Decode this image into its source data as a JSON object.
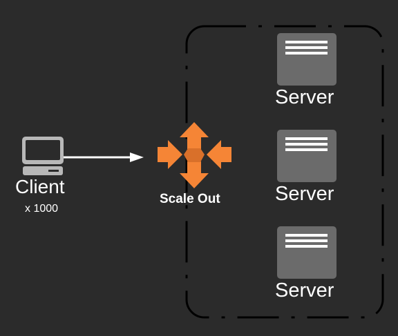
{
  "client": {
    "label": "Client",
    "count": "x 1000",
    "icon": "desktop-computer-icon"
  },
  "scaler": {
    "label": "Scale Out",
    "icon": "scale-out-arrows-icon",
    "color": "#f58536"
  },
  "servers": [
    {
      "label": "Server",
      "icon": "server-icon"
    },
    {
      "label": "Server",
      "icon": "server-icon"
    },
    {
      "label": "Server",
      "icon": "server-icon"
    }
  ],
  "colors": {
    "background": "#2b2b2b",
    "foreground": "#ffffff",
    "server_fill": "#6b6b6b",
    "client_icon": "#b8b8b8",
    "group_border": "#000000"
  }
}
